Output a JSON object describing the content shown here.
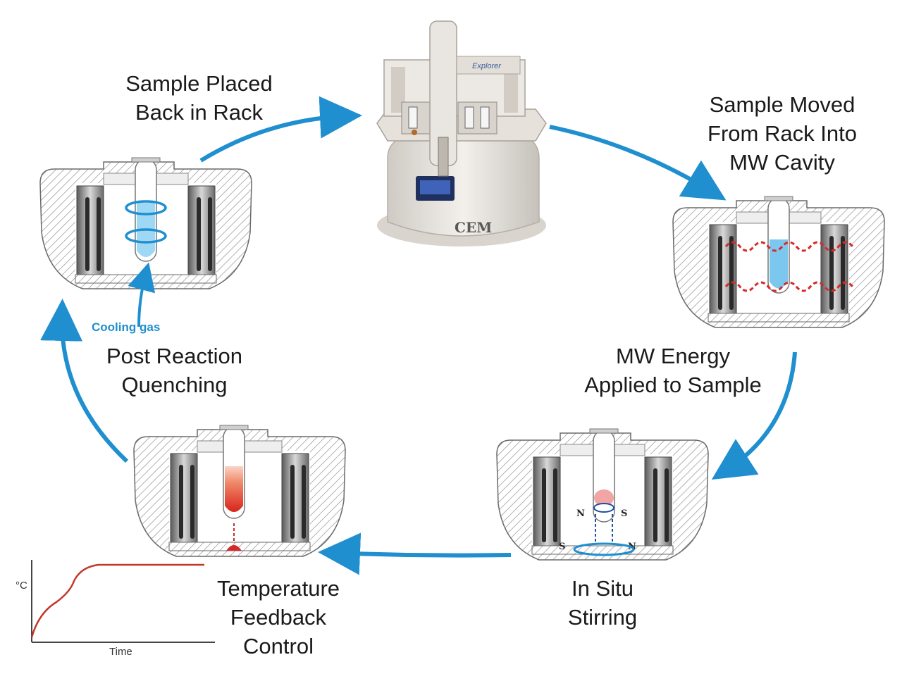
{
  "steps": {
    "placed_back": [
      "Sample Placed",
      "Back in Rack"
    ],
    "moved": [
      "Sample Moved",
      "From Rack Into",
      "MW Cavity"
    ],
    "energy": [
      "MW Energy",
      "Applied to Sample"
    ],
    "stirring": [
      "In Situ",
      "Stirring"
    ],
    "temperature": [
      "Temperature",
      "Feedback",
      "Control"
    ],
    "quenching": [
      "Post Reaction",
      "Quenching"
    ]
  },
  "cooling_label": "Cooling gas",
  "magnet_labels": {
    "n": "N",
    "s": "S"
  },
  "instrument": {
    "logo": "CEM",
    "brand": "Explorer"
  },
  "temp_chart": {
    "y_unit": "°C",
    "x_label": "Time"
  },
  "colors": {
    "arrow": "#1f8fd0",
    "hot_liquid": "#e8352a",
    "cool_liquid": "#9fd8f5",
    "curve": "#c0392b"
  }
}
